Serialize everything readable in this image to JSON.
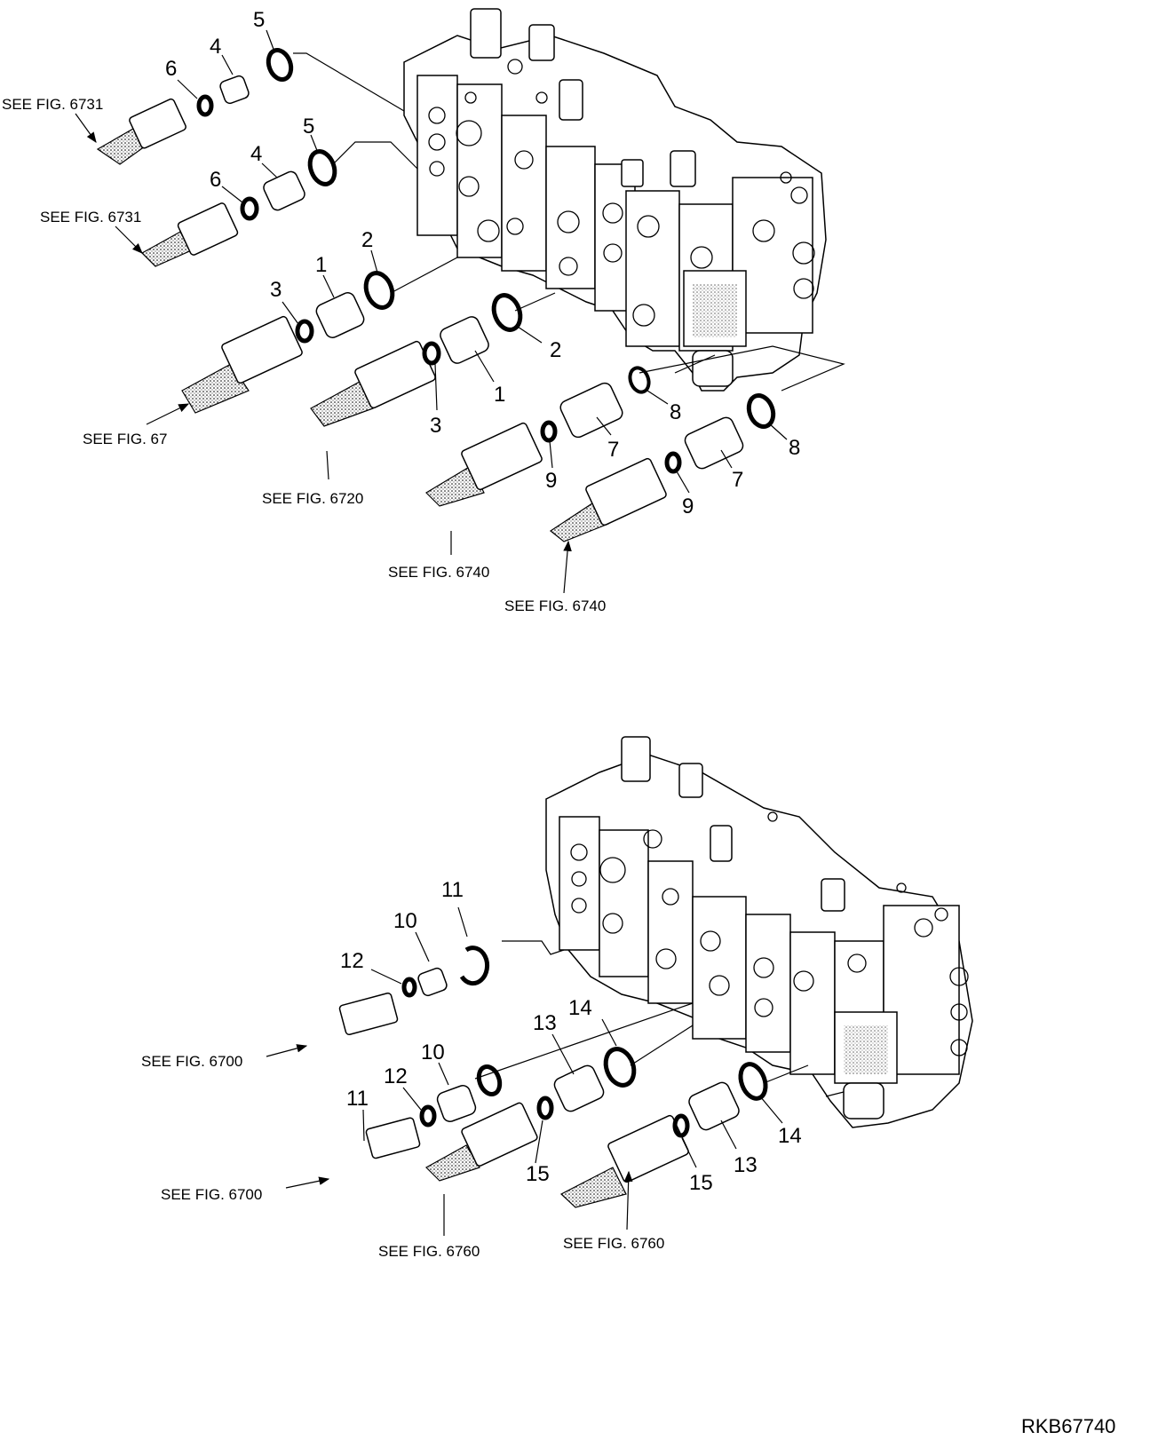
{
  "drawing_code": "RKB67740",
  "upper_assembly": {
    "item_numbers": [
      {
        "id": "5a",
        "text": "5"
      },
      {
        "id": "4a",
        "text": "4"
      },
      {
        "id": "6a",
        "text": "6"
      },
      {
        "id": "5b",
        "text": "5"
      },
      {
        "id": "4b",
        "text": "4"
      },
      {
        "id": "6b",
        "text": "6"
      },
      {
        "id": "2a",
        "text": "2"
      },
      {
        "id": "1a",
        "text": "1"
      },
      {
        "id": "3a",
        "text": "3"
      },
      {
        "id": "2b",
        "text": "2"
      },
      {
        "id": "1b",
        "text": "1"
      },
      {
        "id": "3b",
        "text": "3"
      },
      {
        "id": "8a",
        "text": "8"
      },
      {
        "id": "7a",
        "text": "7"
      },
      {
        "id": "9a",
        "text": "9"
      },
      {
        "id": "8b",
        "text": "8"
      },
      {
        "id": "7b",
        "text": "7"
      },
      {
        "id": "9b",
        "text": "9"
      }
    ],
    "references": [
      {
        "id": "ref-6731-a",
        "text": "SEE FIG. 6731"
      },
      {
        "id": "ref-6731-b",
        "text": "SEE FIG. 6731"
      },
      {
        "id": "ref-67",
        "text": "SEE FIG. 67"
      },
      {
        "id": "ref-6720",
        "text": "SEE FIG. 6720"
      },
      {
        "id": "ref-6740-a",
        "text": "SEE FIG. 6740"
      },
      {
        "id": "ref-6740-b",
        "text": "SEE FIG. 6740"
      }
    ]
  },
  "lower_assembly": {
    "item_numbers": [
      {
        "id": "11a",
        "text": "11"
      },
      {
        "id": "10a",
        "text": "10"
      },
      {
        "id": "12a",
        "text": "12"
      },
      {
        "id": "14a",
        "text": "14"
      },
      {
        "id": "13a",
        "text": "13"
      },
      {
        "id": "10b",
        "text": "10"
      },
      {
        "id": "12b",
        "text": "12"
      },
      {
        "id": "11b",
        "text": "11"
      },
      {
        "id": "15a",
        "text": "15"
      },
      {
        "id": "14b",
        "text": "14"
      },
      {
        "id": "13b",
        "text": "13"
      },
      {
        "id": "15b",
        "text": "15"
      }
    ],
    "references": [
      {
        "id": "ref-6700-a",
        "text": "SEE FIG. 6700"
      },
      {
        "id": "ref-6700-b",
        "text": "SEE FIG. 6700"
      },
      {
        "id": "ref-6760-a",
        "text": "SEE FIG. 6760"
      },
      {
        "id": "ref-6760-b",
        "text": "SEE FIG. 6760"
      }
    ]
  }
}
